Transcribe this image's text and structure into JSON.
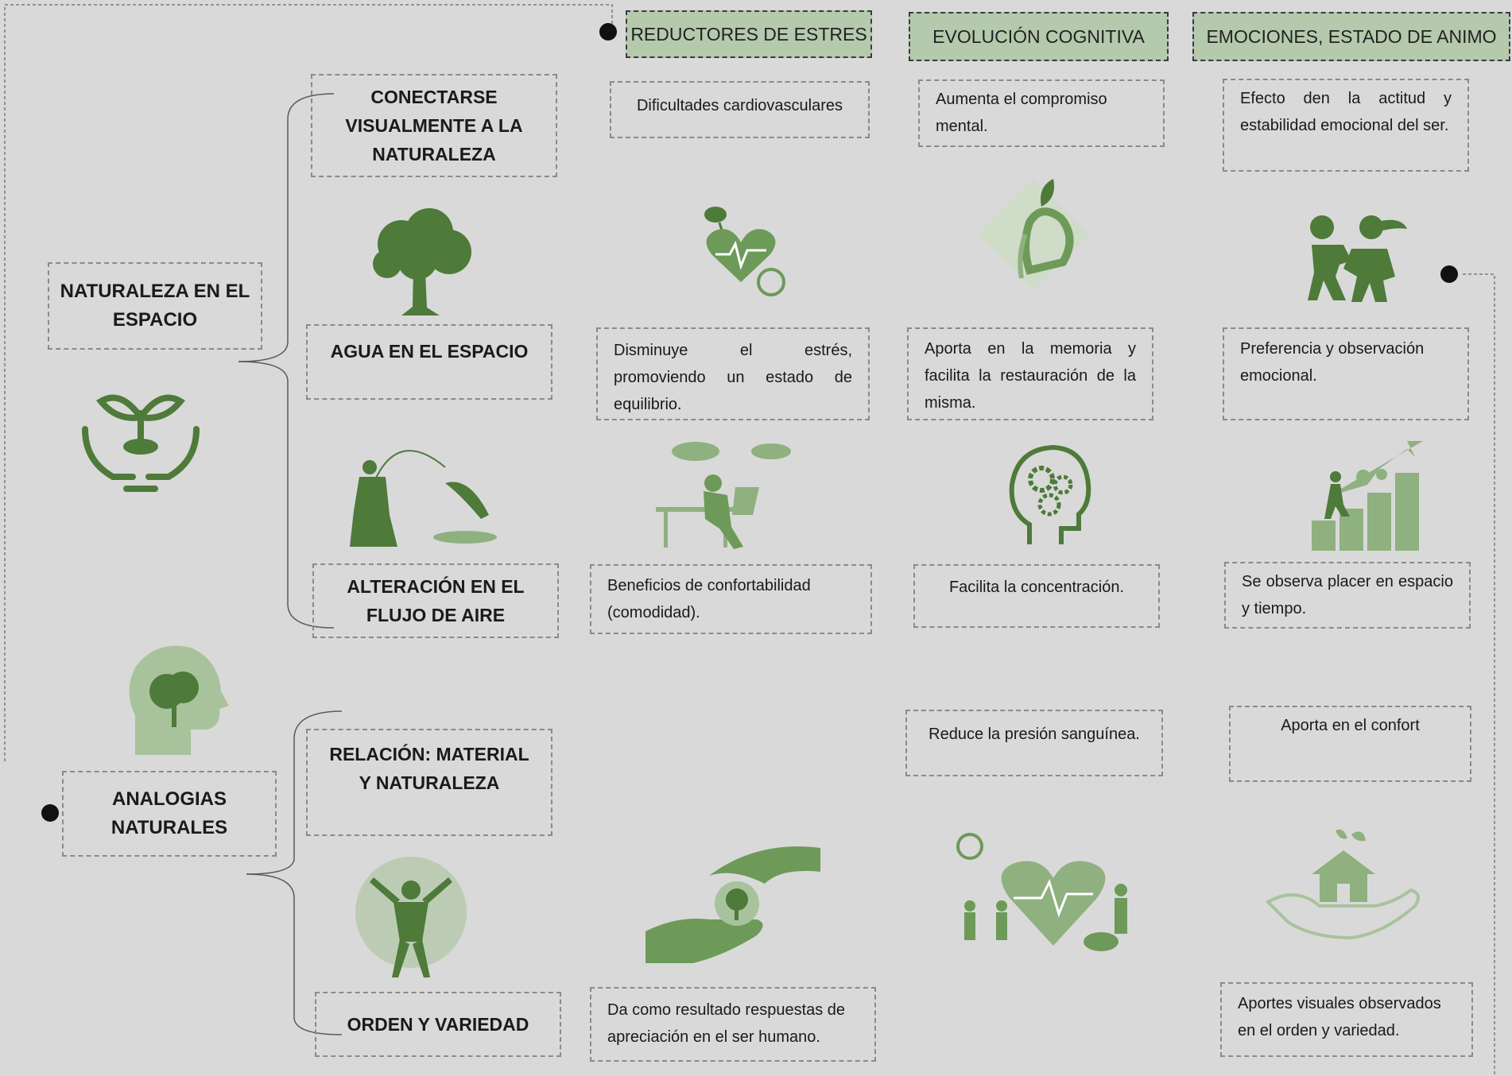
{
  "headers": {
    "stress": "REDUCTORES DE ESTRES",
    "cognitive": "EVOLUCIÓN COGNITIVA",
    "emotions": "EMOCIONES, ESTADO DE ANIMO"
  },
  "main": {
    "naturaleza": "NATURALEZA EN EL ESPACIO",
    "analogias": "ANALOGIAS NATURALES"
  },
  "sub": {
    "conectarse": "CONECTARSE VISUALMENTE A LA NATURALEZA",
    "agua": "AGUA EN EL ESPACIO",
    "aire": "ALTERACIÓN EN EL FLUJO DE AIRE",
    "relacion": "RELACIÓN: MATERIAL Y NATURALEZA",
    "orden": "ORDEN Y VARIEDAD"
  },
  "stress": {
    "r1": "Dificultades cardiovasculares",
    "r2": "Disminuye el estrés, promoviendo un estado de equilibrio.",
    "r3": "Beneficios de confortabilidad (comodidad).",
    "r5": "Da como resultado respuestas de apreciación en el ser humano."
  },
  "cognitive": {
    "r1": "Aumenta el compromiso mental.",
    "r2": "Aporta en la memoria y facilita la restauración de la misma.",
    "r3": "Facilita la concentración.",
    "r4": "Reduce la presión sanguínea."
  },
  "emotions": {
    "r1": "Efecto den la actitud y estabilidad emocional del ser.",
    "r2": "Preferencia y observación emocional.",
    "r3": "Se observa placer en espacio y tiempo.",
    "r4": "Aporta en el confort",
    "r5": "Aportes visuales observados en el orden y variedad."
  },
  "colors": {
    "green": "#4e7a3a",
    "light_green": "#8fb07f",
    "header_fill": "#b5c9ad"
  },
  "icons": [
    "tree-icon",
    "sprout-hands-icon",
    "fishing-icon",
    "head-tree-icon",
    "nature-man-icon",
    "heart-stethoscope-icon",
    "stressed-worker-icon",
    "hands-globe-icon",
    "brain-leaf-icon",
    "head-gears-icon",
    "heart-doctors-icon",
    "dancing-kids-icon",
    "growth-stairs-icon",
    "hand-house-icon"
  ]
}
